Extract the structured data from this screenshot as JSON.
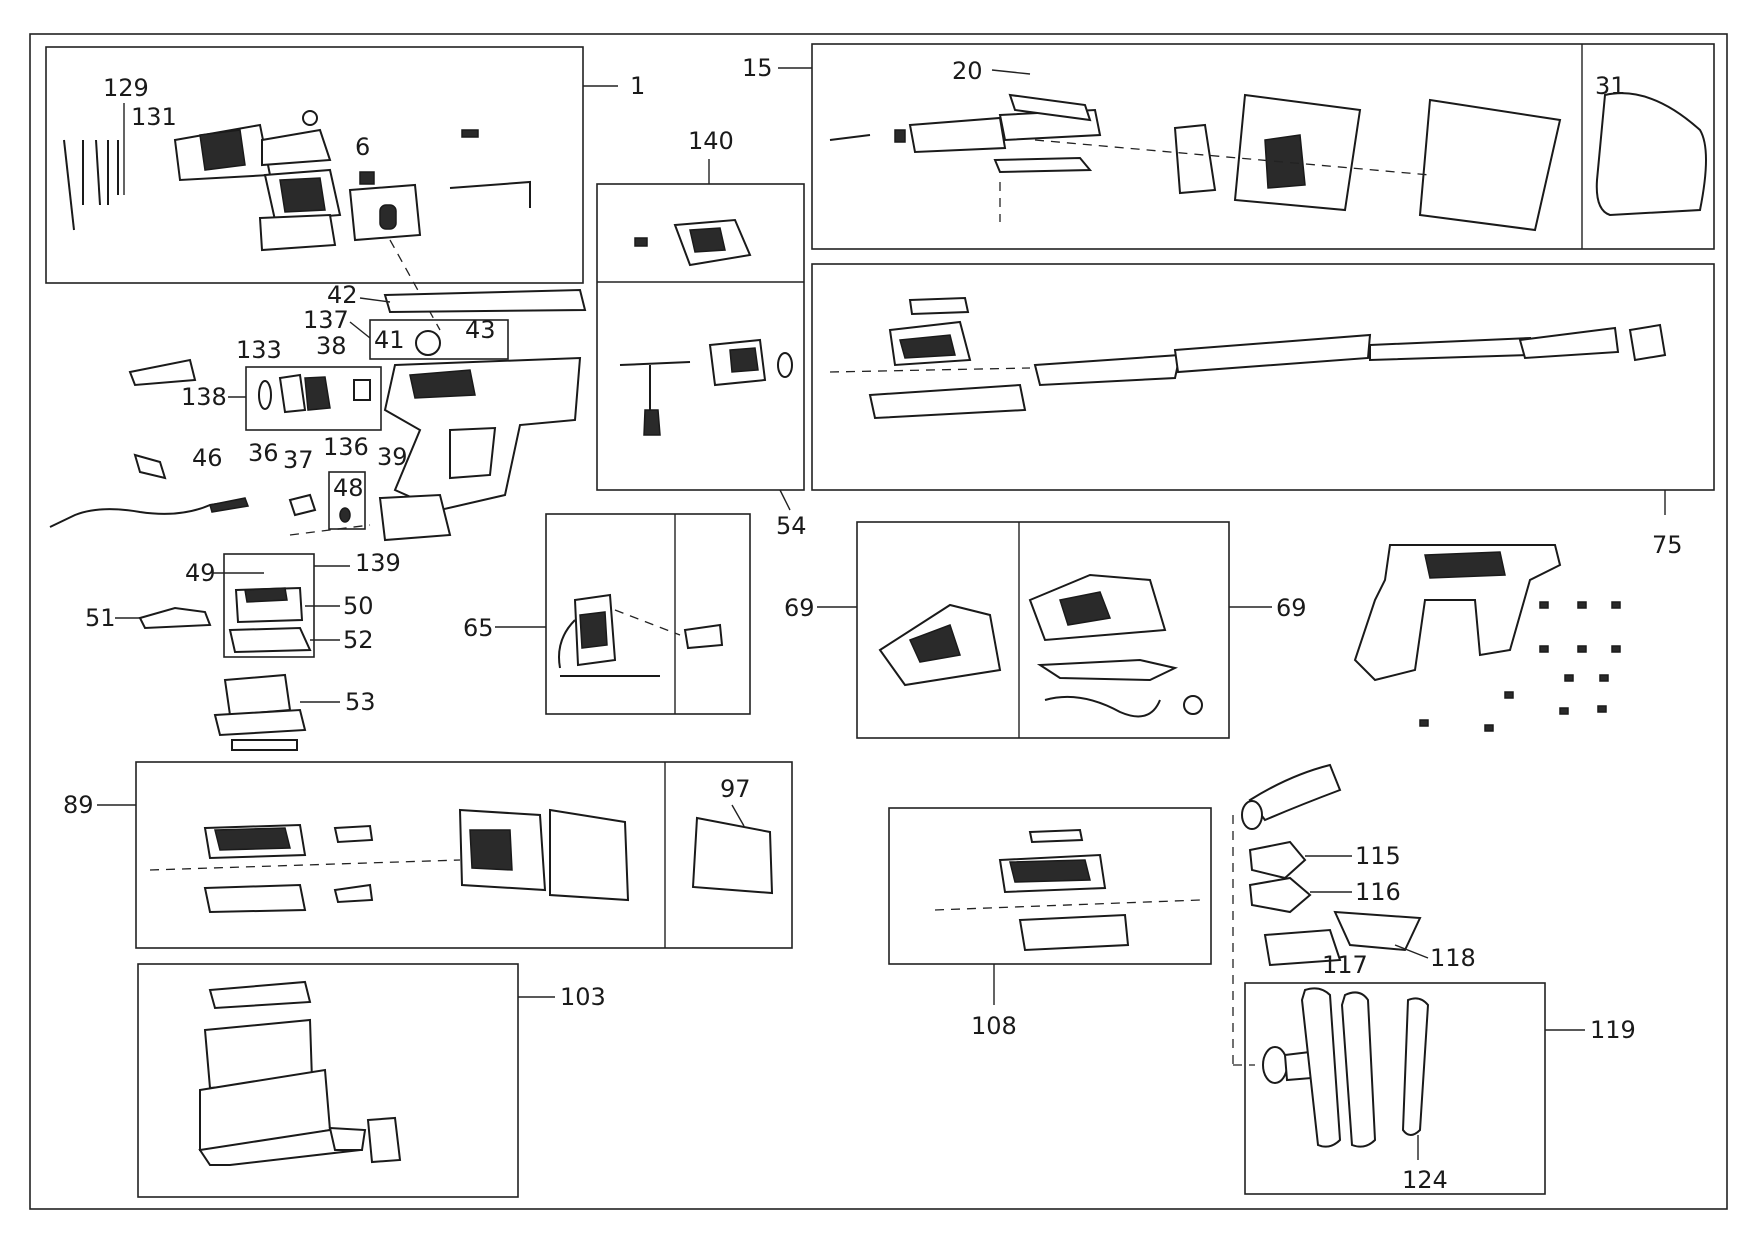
{
  "labels": {
    "l1": "1",
    "l6": "6",
    "l15": "15",
    "l20": "20",
    "l31": "31",
    "l36": "36",
    "l37": "37",
    "l38": "38",
    "l39": "39",
    "l41": "41",
    "l42": "42",
    "l43": "43",
    "l46": "46",
    "l48": "48",
    "l49": "49",
    "l50": "50",
    "l51": "51",
    "l52": "52",
    "l53": "53",
    "l54": "54",
    "l65": "65",
    "l69a": "69",
    "l69b": "69",
    "l75": "75",
    "l89": "89",
    "l97": "97",
    "l103": "103",
    "l108": "108",
    "l115": "115",
    "l116": "116",
    "l117": "117",
    "l118": "118",
    "l119": "119",
    "l124": "124",
    "l129": "129",
    "l131": "131",
    "l133": "133",
    "l136": "136",
    "l137": "137",
    "l138": "138",
    "l139": "139",
    "l140": "140"
  }
}
